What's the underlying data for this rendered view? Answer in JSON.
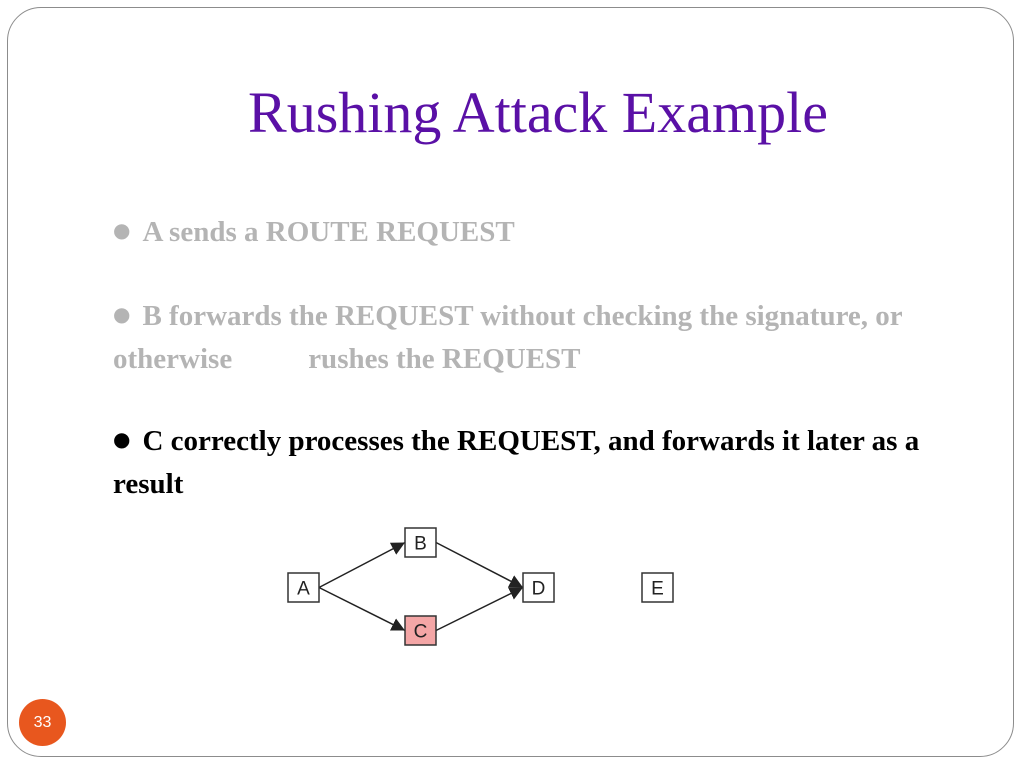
{
  "slide": {
    "title": "Rushing Attack Example",
    "page_number": "33"
  },
  "bullets": [
    {
      "marker": "●",
      "text": "A sends a ROUTE REQUEST",
      "state": "faded"
    },
    {
      "marker": "●",
      "text_part1": "B forwards the REQUEST without checking the signature, or otherwise",
      "text_part2": "rushes the REQUEST",
      "state": "faded"
    },
    {
      "marker": "●",
      "text": "C correctly processes the REQUEST, and forwards it later as a result",
      "state": "active"
    }
  ],
  "diagram": {
    "nodes": [
      {
        "id": "A",
        "label": "A",
        "highlighted": false
      },
      {
        "id": "B",
        "label": "B",
        "highlighted": false
      },
      {
        "id": "C",
        "label": "C",
        "highlighted": true
      },
      {
        "id": "D",
        "label": "D",
        "highlighted": false
      },
      {
        "id": "E",
        "label": "E",
        "highlighted": false
      }
    ],
    "edges": [
      {
        "from": "A",
        "to": "B"
      },
      {
        "from": "A",
        "to": "C"
      },
      {
        "from": "B",
        "to": "D"
      },
      {
        "from": "C",
        "to": "D"
      }
    ]
  },
  "colors": {
    "title": "#5a10a6",
    "faded_text": "#b4b4b4",
    "active_text": "#000000",
    "highlight_fill": "#f4a6a6",
    "page_badge": "#e8571e",
    "page_badge_text": "#ffffff"
  }
}
